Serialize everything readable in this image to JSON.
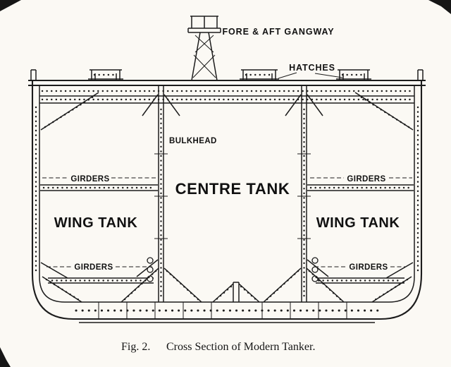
{
  "colors": {
    "paper": "#fbf9f4",
    "ink": "#1c1c1c",
    "text": "#111111"
  },
  "figure": {
    "labels": {
      "gangway": "FORE & AFT GANGWAY",
      "hatches": "HATCHES",
      "bulkhead": "BULKHEAD",
      "centre_tank": "CENTRE TANK",
      "wing_tank_left": "WING TANK",
      "wing_tank_right": "WING TANK",
      "girders_upper_left": "GIRDERS",
      "girders_upper_right": "GIRDERS",
      "girders_lower_left": "GIRDERS",
      "girders_lower_right": "GIRDERS"
    },
    "caption": {
      "figure_number": "Fig. 2.",
      "title": "Cross Section of Modern Tanker."
    }
  }
}
